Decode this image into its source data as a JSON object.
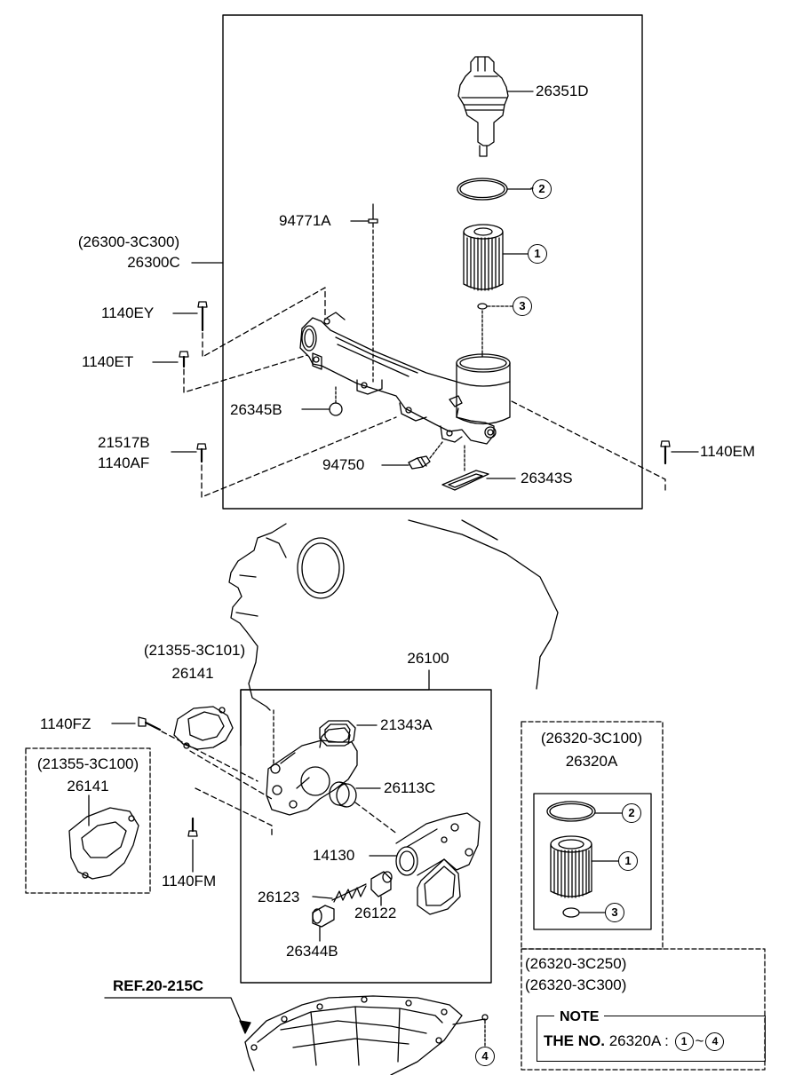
{
  "labels": {
    "p26351D": "26351D",
    "p94771A": "94771A",
    "p26300_3C300": "(26300-3C300)",
    "p26300C": "26300C",
    "p1140EY": "1140EY",
    "p1140ET": "1140ET",
    "p26345B": "26345B",
    "p21517B": "21517B",
    "p1140AF": "1140AF",
    "p94750": "94750",
    "p26343S": "26343S",
    "p1140EM": "1140EM",
    "p21355_3C101": "(21355-3C101)",
    "p26141_a": "26141",
    "p26100": "26100",
    "p1140FZ": "1140FZ",
    "p21343A": "21343A",
    "p21355_3C100": "(21355-3C100)",
    "p26141_b": "26141",
    "p26113C": "26113C",
    "p26320_3C100": "(26320-3C100)",
    "p26320A": "26320A",
    "p14130": "14130",
    "p1140FM": "1140FM",
    "p26123": "26123",
    "p26122": "26122",
    "p26344B": "26344B",
    "p26320_3C250": "(26320-3C250)",
    "p26320_3C300": "(26320-3C300)",
    "ref": "REF.20-215C"
  },
  "callouts": {
    "c1": "1",
    "c2": "2",
    "c3": "3",
    "c4": "4"
  },
  "note": {
    "title": "NOTE",
    "prefix": "THE NO.",
    "part": "26320A :",
    "from": "1",
    "tilde": "~",
    "to": "4"
  }
}
